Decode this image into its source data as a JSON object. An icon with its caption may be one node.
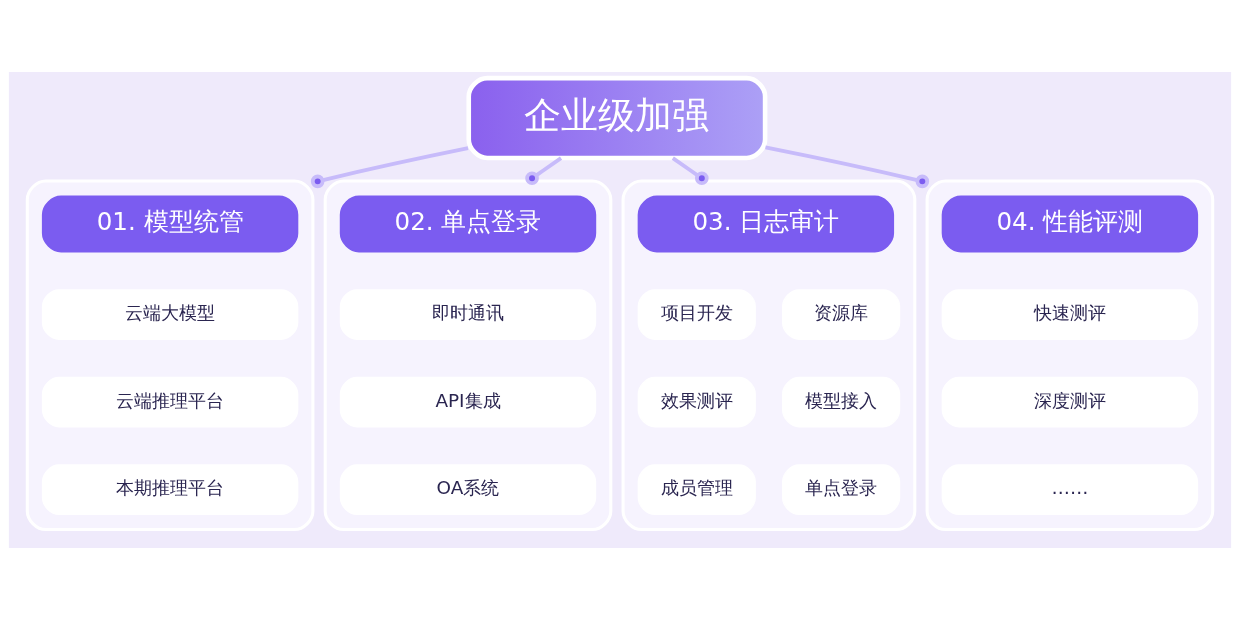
{
  "diagram": {
    "nodes": [
      {
        "text": [
          "企业级加强"
        ]
      },
      {
        "text": [],
        "shape": "box"
      },
      {
        "text": [
          "01. 模型统管"
        ],
        "in": 1
      },
      {
        "text": [
          "云端大模型"
        ],
        "in": 1
      },
      {
        "text": [
          "云端推理平台"
        ],
        "in": 1
      },
      {
        "text": [
          "本期推理平台"
        ],
        "in": 1
      },
      {
        "text": [],
        "shape": "box"
      },
      {
        "text": [
          "02. 单点登录"
        ],
        "in": 6
      },
      {
        "text": [
          "即时通讯"
        ],
        "in": 6
      },
      {
        "text": [
          "API集成"
        ],
        "in": 6
      },
      {
        "text": [
          "OA系统"
        ],
        "in": 6
      },
      {
        "text": [],
        "shape": "box"
      },
      {
        "text": [
          "03. 日志审计"
        ],
        "in": 11
      },
      {
        "text": [
          "项目开发"
        ],
        "in": 11
      },
      {
        "text": [
          "资源库"
        ],
        "in": 11
      },
      {
        "text": [
          "效果测评"
        ],
        "in": 11
      },
      {
        "text": [
          "模型接入"
        ],
        "in": 11
      },
      {
        "text": [
          "成员管理"
        ],
        "in": 11
      },
      {
        "text": [
          "单点登录"
        ],
        "in": 11
      },
      {
        "text": [],
        "shape": "box"
      },
      {
        "text": [
          "04. 性能评测"
        ],
        "in": 19
      },
      {
        "text": [
          "快速测评"
        ],
        "in": 19
      },
      {
        "text": [
          "深度测评"
        ],
        "in": 19
      },
      {
        "text": [
          "……"
        ],
        "in": 19
      }
    ],
    "edges": [
      {
        "from": 0,
        "to": 1,
        "arrow": "other"
      },
      {
        "from": 0,
        "to": 6,
        "arrow": "other"
      },
      {
        "from": 0,
        "to": 11,
        "arrow": "other"
      },
      {
        "from": 0,
        "to": 19,
        "arrow": "other"
      }
    ]
  }
}
